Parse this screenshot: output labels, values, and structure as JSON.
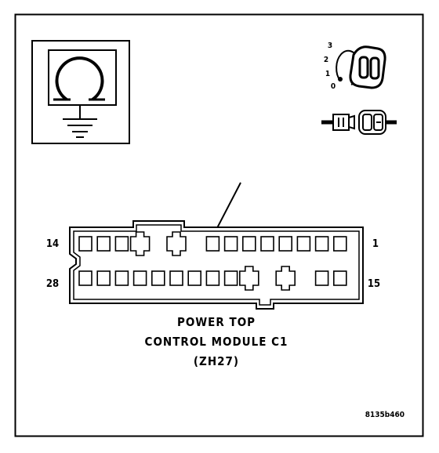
{
  "connector": {
    "title_lines": [
      "POWER TOP",
      "CONTROL MODULE C1",
      "(ZH27)"
    ],
    "top_row_left_pin": "14",
    "top_row_right_pin": "1",
    "bottom_row_left_pin": "28",
    "bottom_row_right_pin": "15"
  },
  "ignition_key": {
    "positions": [
      "3",
      "2",
      "1",
      "0"
    ]
  },
  "icons": {
    "ohmmeter": "ohmmeter-ground-icon",
    "ignition": "ignition-key-icon",
    "connector": "disconnected-connector-icon"
  },
  "figure_id": "8135b460"
}
